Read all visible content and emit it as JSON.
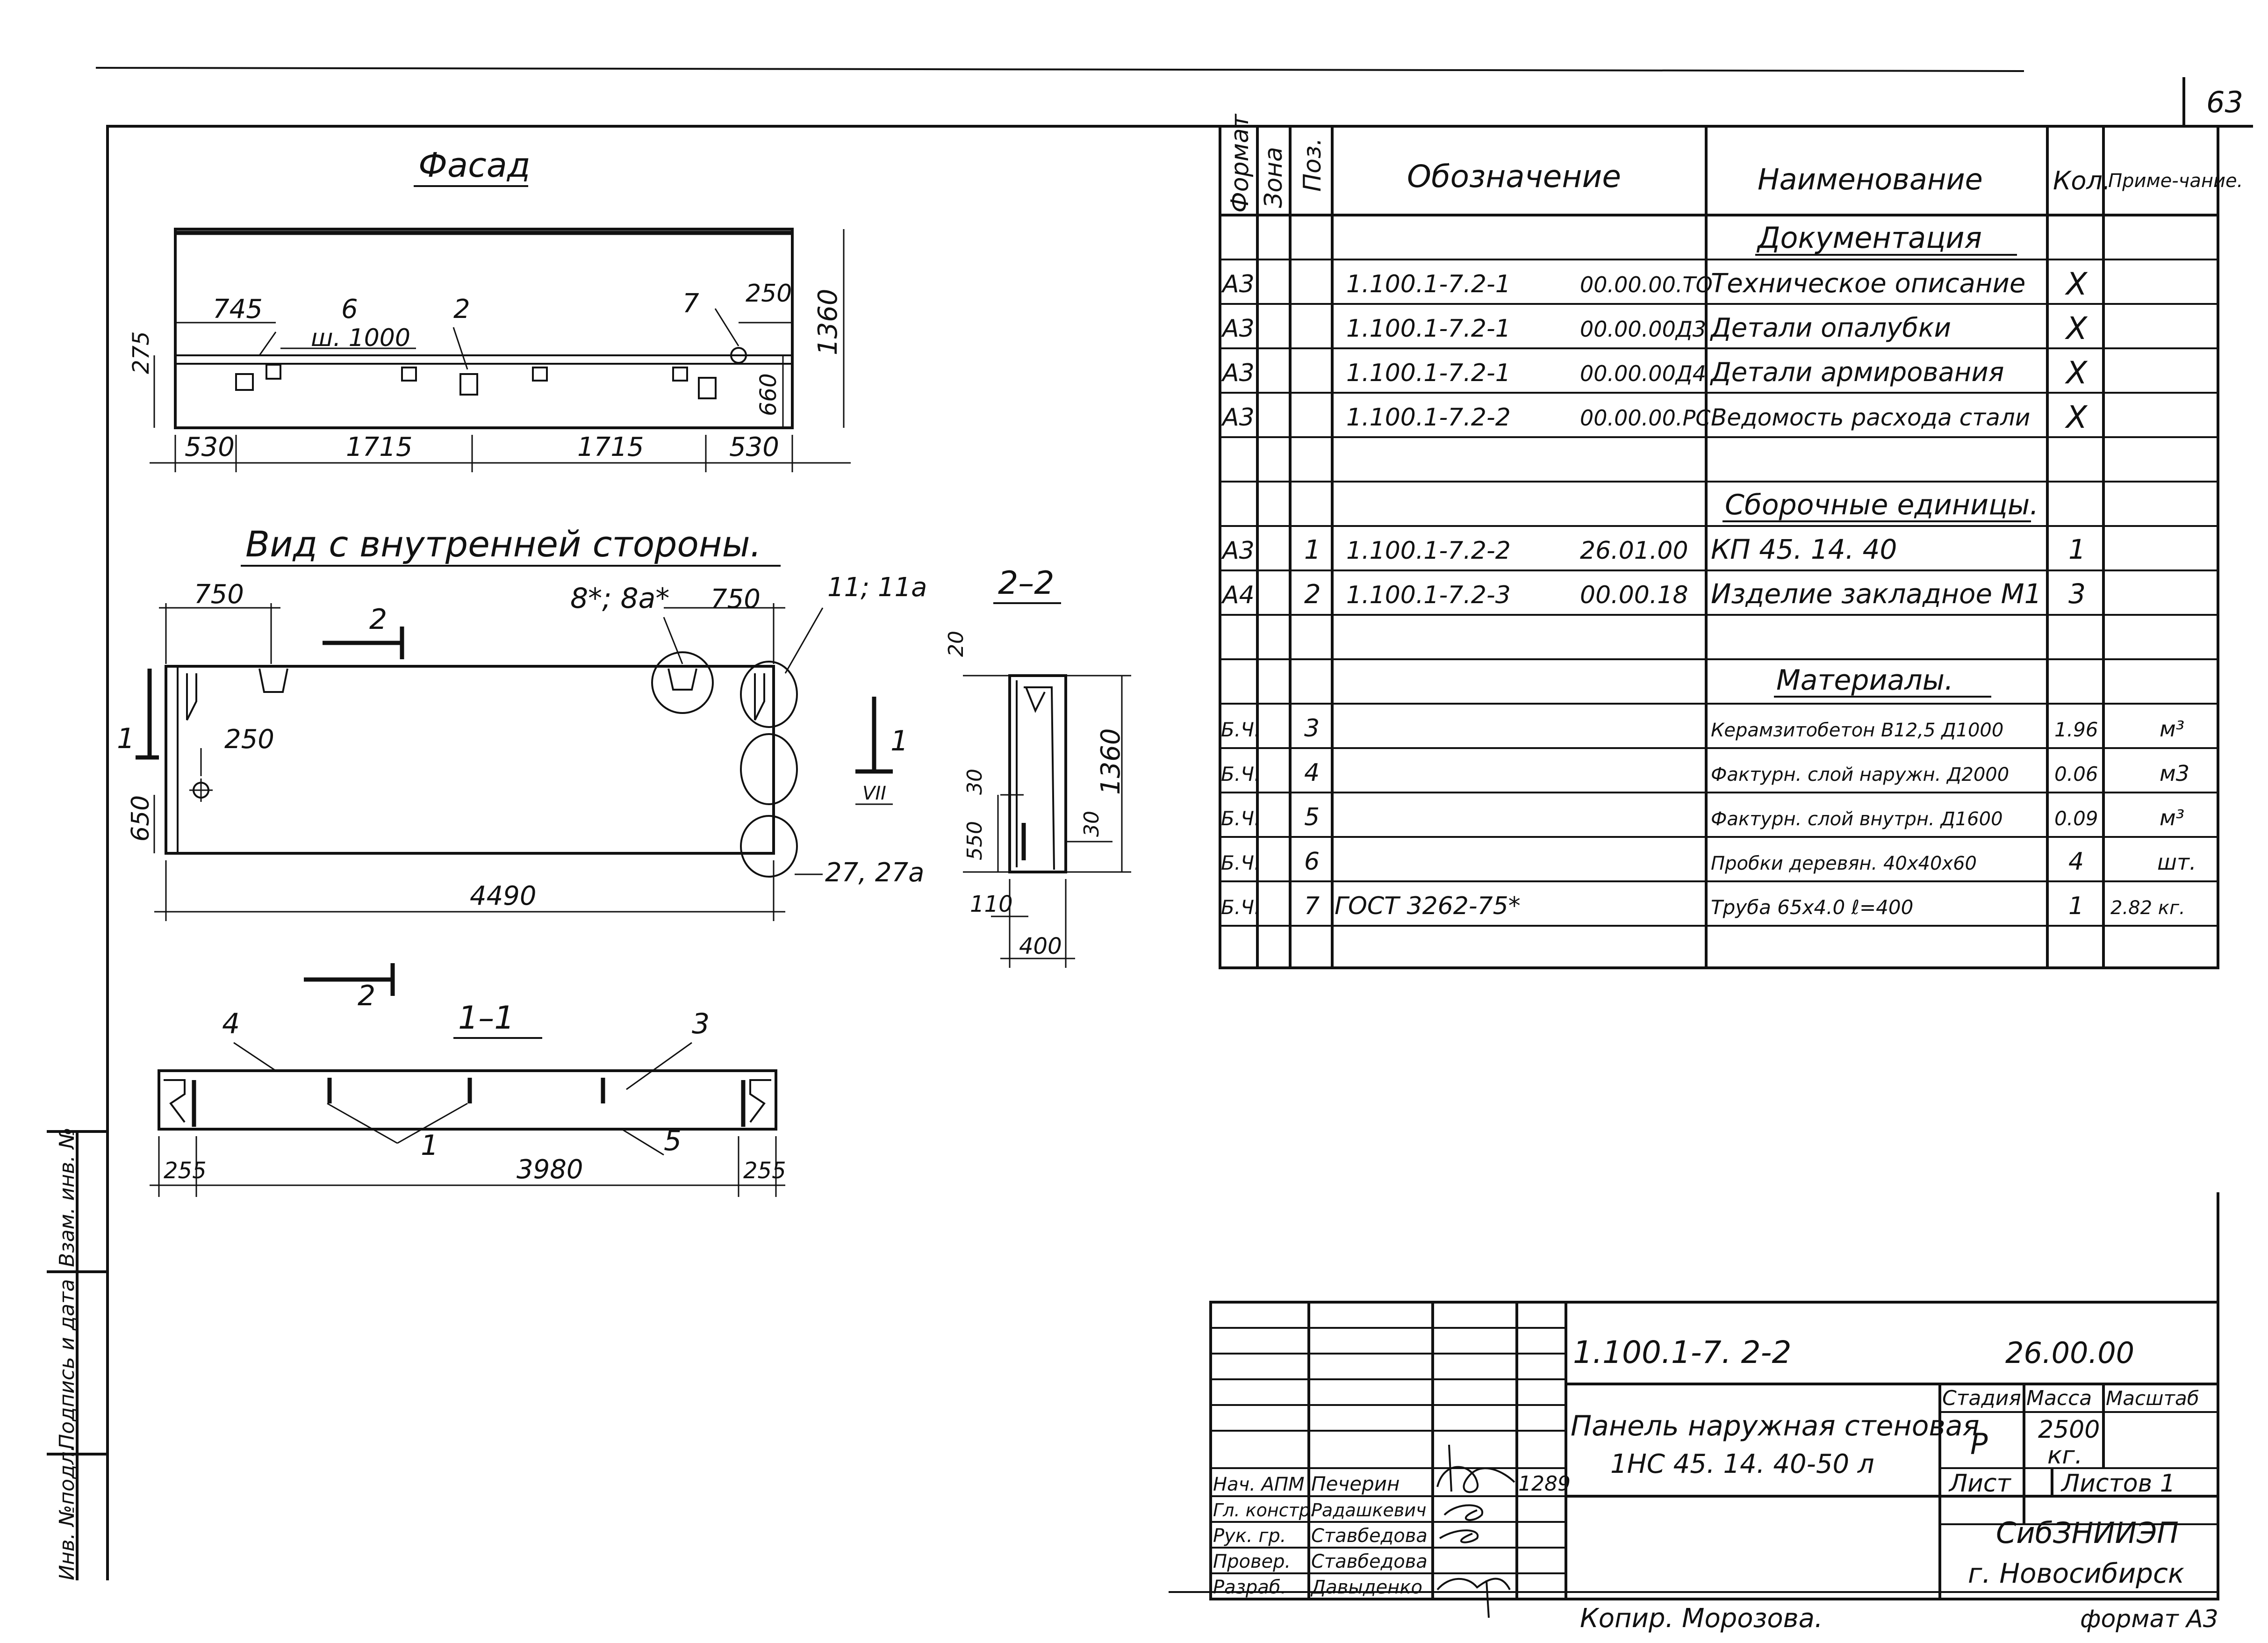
{
  "page": {
    "number": "63",
    "copied_by": "Копир. Морозова.",
    "format": "формат А3"
  },
  "side_stamp": {
    "inv_orig": "Инв. №подл.",
    "signature_date": "Подпись и дата",
    "replaces_inv": "Взам. инв. №"
  },
  "views": {
    "facade": {
      "title": "Фасад",
      "dims": {
        "d745": "745",
        "d6": "6",
        "d2": "2",
        "d7": "7",
        "d250": "250",
        "d1360": "1360",
        "d275": "275",
        "d660": "660",
        "sh": "ш. 1000",
        "b530a": "530",
        "b1715a": "1715",
        "b1715b": "1715",
        "b530b": "530"
      }
    },
    "inner": {
      "title": "Вид с внутренней стороны.",
      "dims": {
        "d750a": "750",
        "d750b": "750",
        "mark8": "8*; 8а*",
        "mark11": "11; 11а",
        "cut2": "2",
        "cut1": "1",
        "d250": "250",
        "d650": "650",
        "d4490": "4490",
        "mark27": "27, 27а",
        "vii": "VII",
        "cut1r": "1",
        "cut2b": "2"
      }
    },
    "section22": {
      "title": "2–2",
      "dims": {
        "d20": "20",
        "d30a": "30",
        "d1360": "1360",
        "d550": "550",
        "d30b": "30",
        "d110": "110",
        "d400": "400"
      }
    },
    "section11": {
      "title": "1–1",
      "dims": {
        "p4": "4",
        "p3": "3",
        "p1": "1",
        "p5": "5",
        "d255a": "255",
        "d3980": "3980",
        "d255b": "255"
      }
    }
  },
  "spec": {
    "headers": {
      "format": "Формат",
      "zone": "Зона",
      "pos": "Поз.",
      "designation": "Обозначение",
      "name": "Наименование",
      "qty": "Кол.",
      "note": "Приме-чание."
    },
    "section_docs": "Документация",
    "docs": [
      {
        "format": "А3",
        "code": "1.100.1-7.2-1",
        "suffix": "00.00.00.ТО",
        "name": "Техническое описание",
        "qty": "X"
      },
      {
        "format": "А3",
        "code": "1.100.1-7.2-1",
        "suffix": "00.00.00Д3",
        "name": "Детали опалубки",
        "qty": "X"
      },
      {
        "format": "А3",
        "code": "1.100.1-7.2-1",
        "suffix": "00.00.00Д4",
        "name": "Детали армирования",
        "qty": "X"
      },
      {
        "format": "А3",
        "code": "1.100.1-7.2-2",
        "suffix": "00.00.00.РС",
        "name": "Ведомость расхода стали",
        "qty": "X"
      }
    ],
    "section_units": "Сборочные единицы.",
    "units": [
      {
        "format": "А3",
        "pos": "1",
        "code": "1.100.1-7.2-2",
        "suffix": "26.01.00",
        "name": "КП 45. 14. 40",
        "qty": "1"
      },
      {
        "format": "А4",
        "pos": "2",
        "code": "1.100.1-7.2-3",
        "suffix": "00.00.18",
        "name": "Изделие закладное М1",
        "qty": "3"
      }
    ],
    "section_mat": "Материалы.",
    "materials": [
      {
        "format": "Б.Ч.",
        "pos": "3",
        "code": "",
        "name": "Керамзитобетон В12,5 Д1000",
        "qty": "1.96",
        "note": "м³"
      },
      {
        "format": "Б.Ч.",
        "pos": "4",
        "code": "",
        "name": "Фактурн. слой наружн. Д2000",
        "qty": "0.06",
        "note": "м3"
      },
      {
        "format": "Б.Ч.",
        "pos": "5",
        "code": "",
        "name": "Фактурн. слой внутрн. Д1600",
        "qty": "0.09",
        "note": "м³"
      },
      {
        "format": "Б.Ч.",
        "pos": "6",
        "code": "",
        "name": "Пробки деревян. 40х40х60",
        "qty": "4",
        "note": "шт."
      },
      {
        "format": "Б.Ч.",
        "pos": "7",
        "code": "ГОСТ 3262-75*",
        "name": "Труба 65х4.0 ℓ=400",
        "qty": "1",
        "note": "2.82 кг."
      }
    ]
  },
  "title_block": {
    "doc_code": "1.100.1-7. 2-2",
    "doc_suffix": "26.00.00",
    "name_line1": "Панель наружная стеновая",
    "name_line2": "1НС 45. 14. 40-50 л",
    "stage_label": "Стадия",
    "mass_label": "Масса",
    "scale_label": "Масштаб",
    "stage": "Р",
    "mass": "2500",
    "mass_unit": "кг.",
    "sheet_label": "Лист",
    "sheets_label": "Листов 1",
    "org": "СибЗНИИЭП",
    "city": "г. Новосибирск",
    "date": "1289",
    "staff": [
      {
        "role": "Нач. АПМ",
        "name": "Печерин"
      },
      {
        "role": "Гл. констр.",
        "name": "Радашкевич"
      },
      {
        "role": "Рук. гр.",
        "name": "Ставбедова"
      },
      {
        "role": "Провер.",
        "name": "Ставбедова"
      },
      {
        "role": "Разраб.",
        "name": "Давыденко"
      }
    ]
  }
}
